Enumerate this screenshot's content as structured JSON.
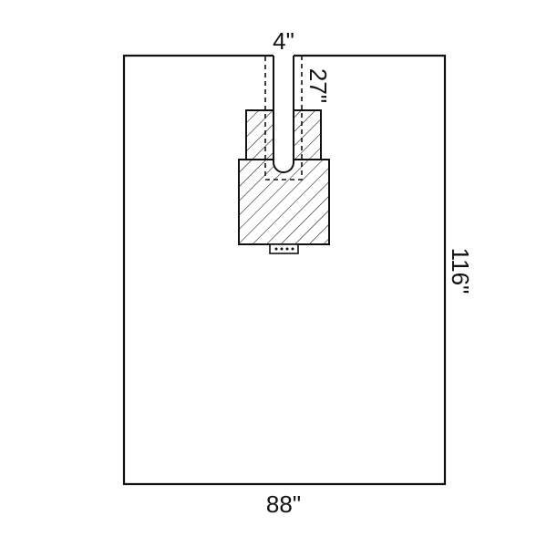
{
  "diagram": {
    "title": "Surgical drape with fenestration dimensions",
    "colors": {
      "stroke": "#111111",
      "background": "#ffffff"
    },
    "dimensions": {
      "slit_width": "4\"",
      "slit_length": "27\"",
      "height": "116\"",
      "width": "88\""
    },
    "parts": {
      "outer_sheet": "drape sheet",
      "slit": "fenestration slit",
      "adhesive_panels": "hatched adhesive area",
      "tube_holder": "tab with 4 dots"
    }
  }
}
